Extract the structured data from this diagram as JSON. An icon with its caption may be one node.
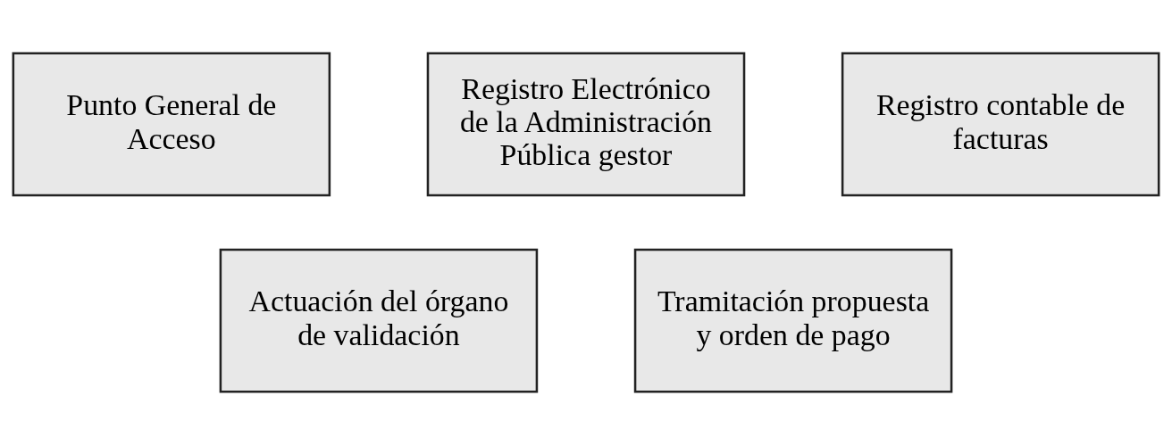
{
  "diagram": {
    "nodes": [
      {
        "text": [
          "Punto General de Acceso"
        ]
      },
      {
        "text": [
          "Registro Electrónico de la Administración Pública gestor"
        ]
      },
      {
        "text": [
          "Registro contable de facturas"
        ]
      },
      {
        "text": [
          "Actuación del órgano de validación"
        ]
      },
      {
        "text": [
          "Tramitación propuesta y orden de pago"
        ]
      }
    ]
  }
}
